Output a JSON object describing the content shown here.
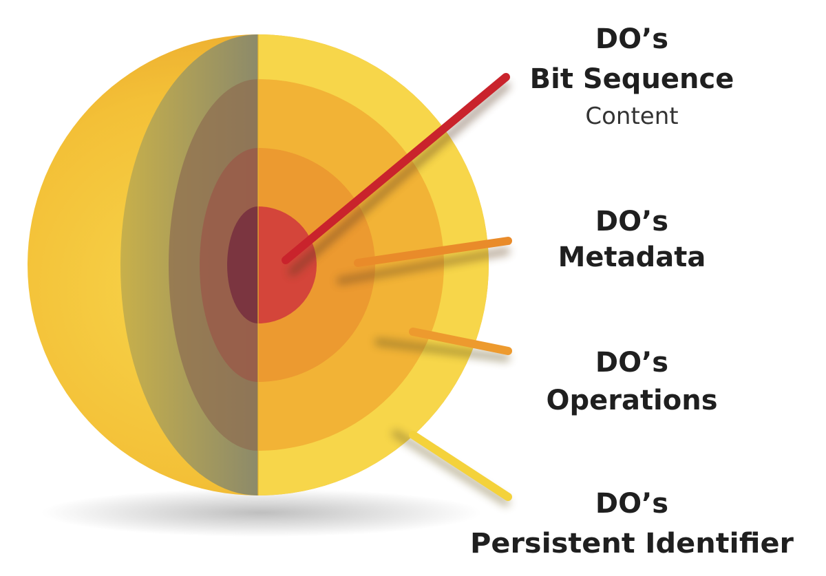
{
  "labels": {
    "bit_sequence": {
      "line1": "DO’s",
      "line2": "Bit Sequence",
      "subtitle": "Content"
    },
    "metadata": {
      "line1": "DO’s",
      "line2": "Metadata"
    },
    "operations": {
      "line1": "DO’s",
      "line2": "Operations"
    },
    "identifier": {
      "line1": "DO’s",
      "line2": "Persistent Identifier"
    }
  },
  "colors": {
    "outer_shell": "#f3c534",
    "shell_cut": "#f7d64a",
    "operations_layer": "#f2b033",
    "metadata_layer": "#ec9530",
    "core": "#d4453a",
    "dark_cut": "#8f7f5e",
    "pointer_red": "#c9232c",
    "pointer_orange": "#e98b2a",
    "pointer_yellow": "#f4d23b"
  }
}
